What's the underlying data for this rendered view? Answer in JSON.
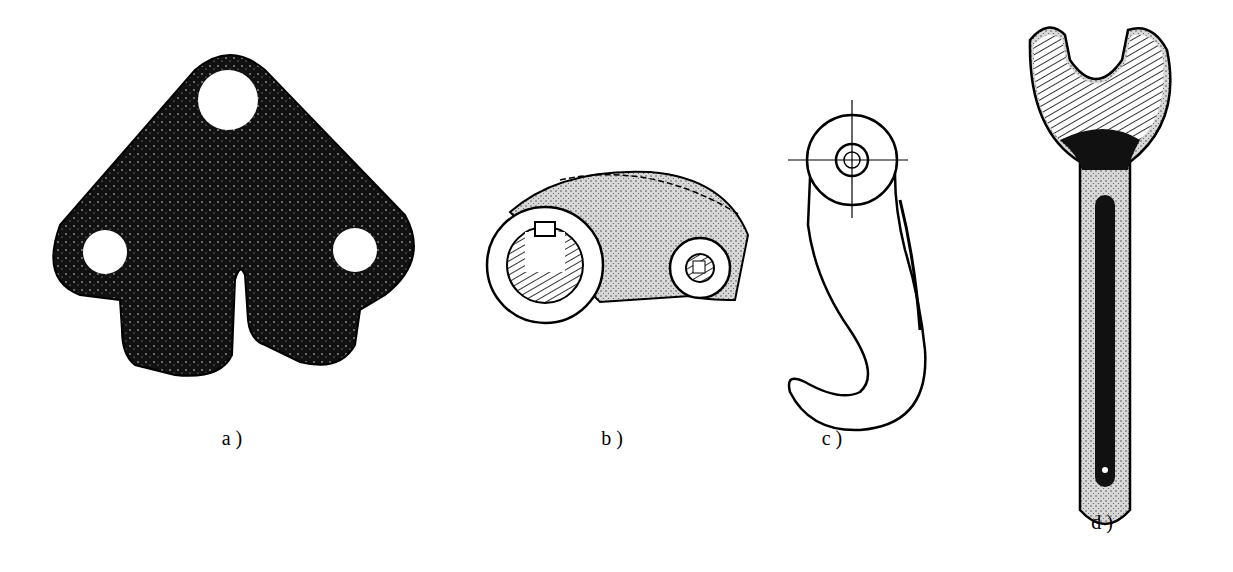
{
  "diagram": {
    "labels": [
      "a )",
      "b )",
      "c )",
      "d )"
    ]
  }
}
